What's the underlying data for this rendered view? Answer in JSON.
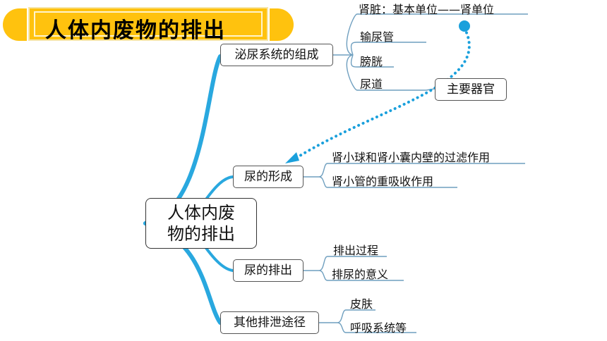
{
  "title": "人体内废物的排出",
  "root": {
    "line1": "人体内废",
    "line2": "物的排出"
  },
  "branches": {
    "composition": {
      "label": "泌尿系统的组成",
      "leaves": [
        "肾脏：基本单位——肾单位",
        "输尿管",
        "膀胱",
        "尿道"
      ],
      "callout": "主要器官"
    },
    "formation": {
      "label": "尿的形成",
      "leaves": [
        "肾小球和肾小囊内壁的过滤作用",
        "肾小管的重吸收作用"
      ]
    },
    "excretion": {
      "label": "尿的排出",
      "leaves": [
        "排出过程",
        "排尿的意义"
      ]
    },
    "other": {
      "label": "其他排泄途径",
      "leaves": [
        "皮肤",
        "呼吸系统等"
      ]
    }
  },
  "colors": {
    "banner": "#ffc20e",
    "main_curve": "#29a8df",
    "dotted_arrow": "#1aa0dc",
    "leaf_line": "#6f9fbf"
  }
}
